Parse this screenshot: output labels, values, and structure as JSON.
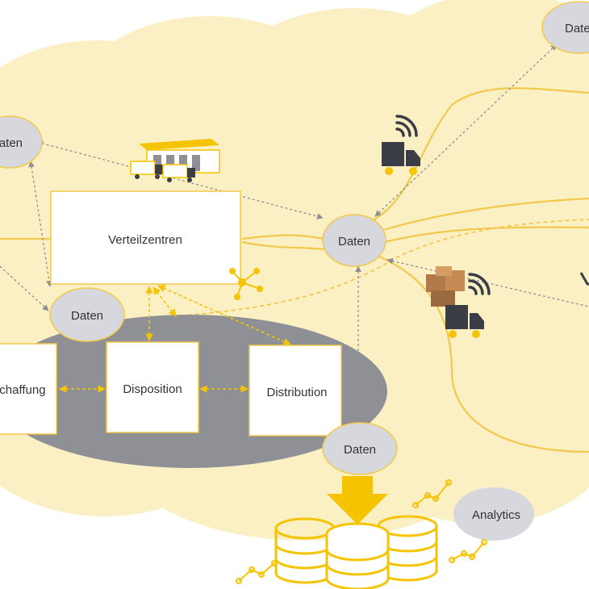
{
  "nodes": {
    "daten_top_right": "Daten",
    "daten_left": "Daten",
    "daten_center": "Daten",
    "daten_mid_left": "Daten",
    "daten_bottom": "Daten",
    "analytics": "Analytics"
  },
  "boxes": {
    "verteilzentren": "Verteilzentren",
    "beschaffung": "Beschaffung",
    "disposition": "Disposition",
    "distribution": "Distribution"
  },
  "icons": {
    "truck": "truck-icon",
    "wifi": "wifi-signal-icon",
    "warehouse": "warehouse-icon",
    "network": "network-node-icon",
    "database": "database-icon",
    "arrow": "arrow-down-icon",
    "parcels": "parcel-stack-icon"
  },
  "colors": {
    "cloud": "#FBEFC4",
    "accent": "#F5C400",
    "line": "#F2C94C",
    "node_fill": "#D7D8DD",
    "ellipse": "#8E9096",
    "dark": "#3A3D45"
  }
}
